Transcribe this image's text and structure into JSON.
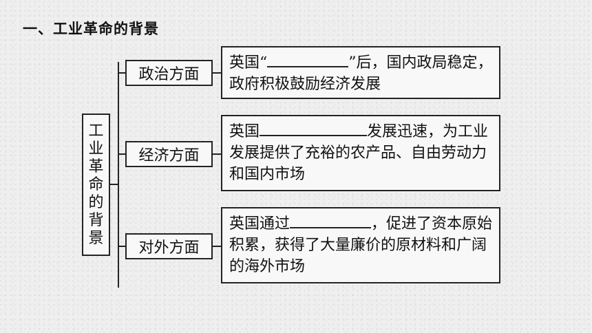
{
  "heading": "一、工业革命的背景",
  "root_label": [
    "工",
    "业",
    "革",
    "命",
    "的",
    "背",
    "景"
  ],
  "branches": [
    {
      "label": "政治方面",
      "text_before": "英国“",
      "text_after": "”后，国内政局稳定，政府积极鼓励经济发展"
    },
    {
      "label": "经济方面",
      "text_before": "英国",
      "text_after": "发展迅速，为工业发展提供了充裕的农产品、自由劳动力和国内市场"
    },
    {
      "label": "对外方面",
      "text_before": "英国通过",
      "text_after": "，促进了资本原始积累，获得了大量廉价的原材料和广阔的海外市场"
    }
  ]
}
